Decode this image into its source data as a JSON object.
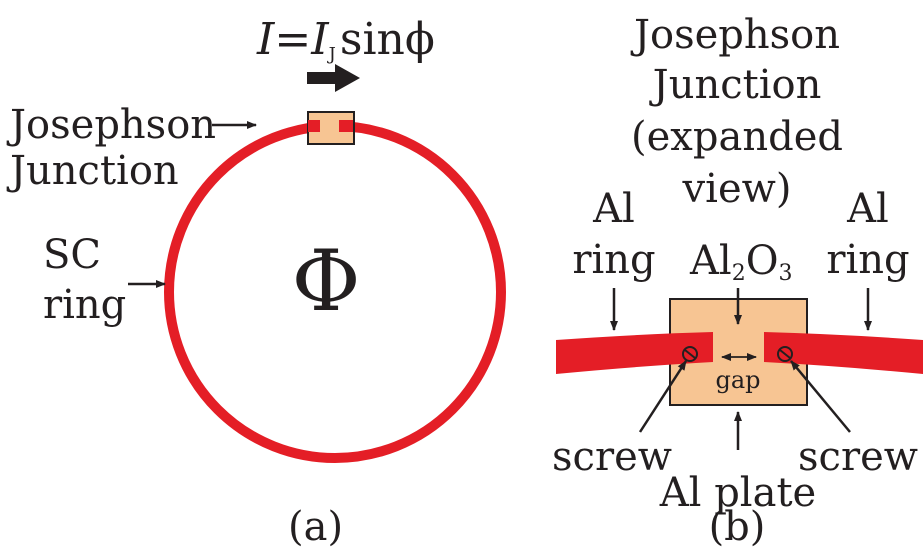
{
  "colors": {
    "ring": "#e41e26",
    "junction_fill": "#f7c593",
    "outline": "#231f20",
    "text": "#231f20"
  },
  "panel_a": {
    "current_eq_I": "I",
    "current_eq_eq": "=",
    "current_eq_IJ": "I",
    "current_eq_sub": "J",
    "current_eq_sin": "sinϕ",
    "junction_label_1": "Josephson",
    "junction_label_2": "Junction",
    "ring_label_1": "SC",
    "ring_label_2": "ring",
    "flux_symbol": "Φ",
    "caption": "(a)"
  },
  "panel_b": {
    "title_1": "Josephson",
    "title_2": "Junction",
    "title_3": "(expanded",
    "title_4": "view)",
    "left_ring_1": "Al",
    "left_ring_2": "ring",
    "right_ring_1": "Al",
    "right_ring_2": "ring",
    "oxide_al": "Al",
    "oxide_sub2": "2",
    "oxide_o": "O",
    "oxide_sub3": "3",
    "gap_label": "gap",
    "screw_left": "screw",
    "screw_right": "screw",
    "plate_label": "Al plate",
    "caption": "(b)"
  }
}
